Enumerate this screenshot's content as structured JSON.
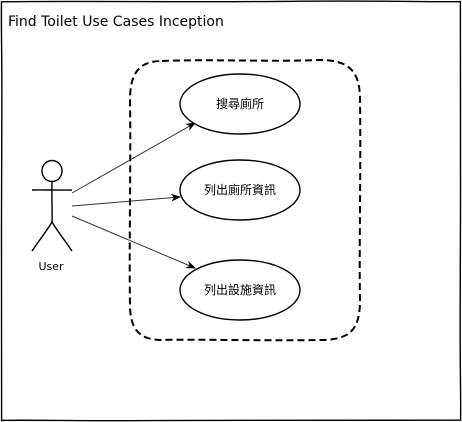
{
  "diagram": {
    "title": "Find Toilet Use Cases Inception",
    "actor": {
      "name": "User"
    },
    "use_cases": [
      {
        "id": "uc1",
        "label": "搜尋廁所"
      },
      {
        "id": "uc2",
        "label": "列出廁所資訊"
      },
      {
        "id": "uc3",
        "label": "列出設施資訊"
      }
    ],
    "associations": [
      {
        "from": "actor",
        "to": "uc1"
      },
      {
        "from": "actor",
        "to": "uc2"
      },
      {
        "from": "actor",
        "to": "uc3"
      }
    ],
    "colors": {
      "stroke": "#000000",
      "connector": "#333333",
      "background": "#ffffff"
    }
  }
}
